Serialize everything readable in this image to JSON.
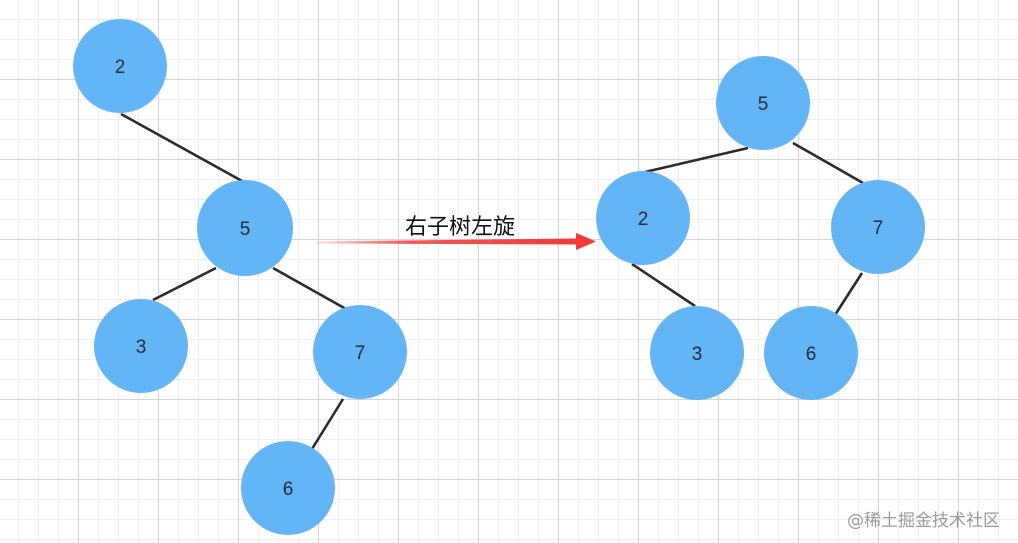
{
  "colors": {
    "node_fill": "#64b5f6",
    "edge": "#2b2b2b",
    "arrow": "#f23a3a",
    "grid_major": "#d4d4d4",
    "grid_minor": "#efefef"
  },
  "before_tree": {
    "nodes": [
      "2",
      "5",
      "3",
      "7",
      "6"
    ],
    "edges": [
      [
        "2",
        "5"
      ],
      [
        "5",
        "3"
      ],
      [
        "5",
        "7"
      ],
      [
        "7",
        "6"
      ]
    ]
  },
  "after_tree": {
    "nodes": [
      "5",
      "2",
      "7",
      "3",
      "6"
    ],
    "edges": [
      [
        "5",
        "2"
      ],
      [
        "5",
        "7"
      ],
      [
        "2",
        "3"
      ],
      [
        "7",
        "6"
      ]
    ]
  },
  "arrow": {
    "label": "右子树左旋"
  },
  "watermark": "@稀土掘金技术社区"
}
